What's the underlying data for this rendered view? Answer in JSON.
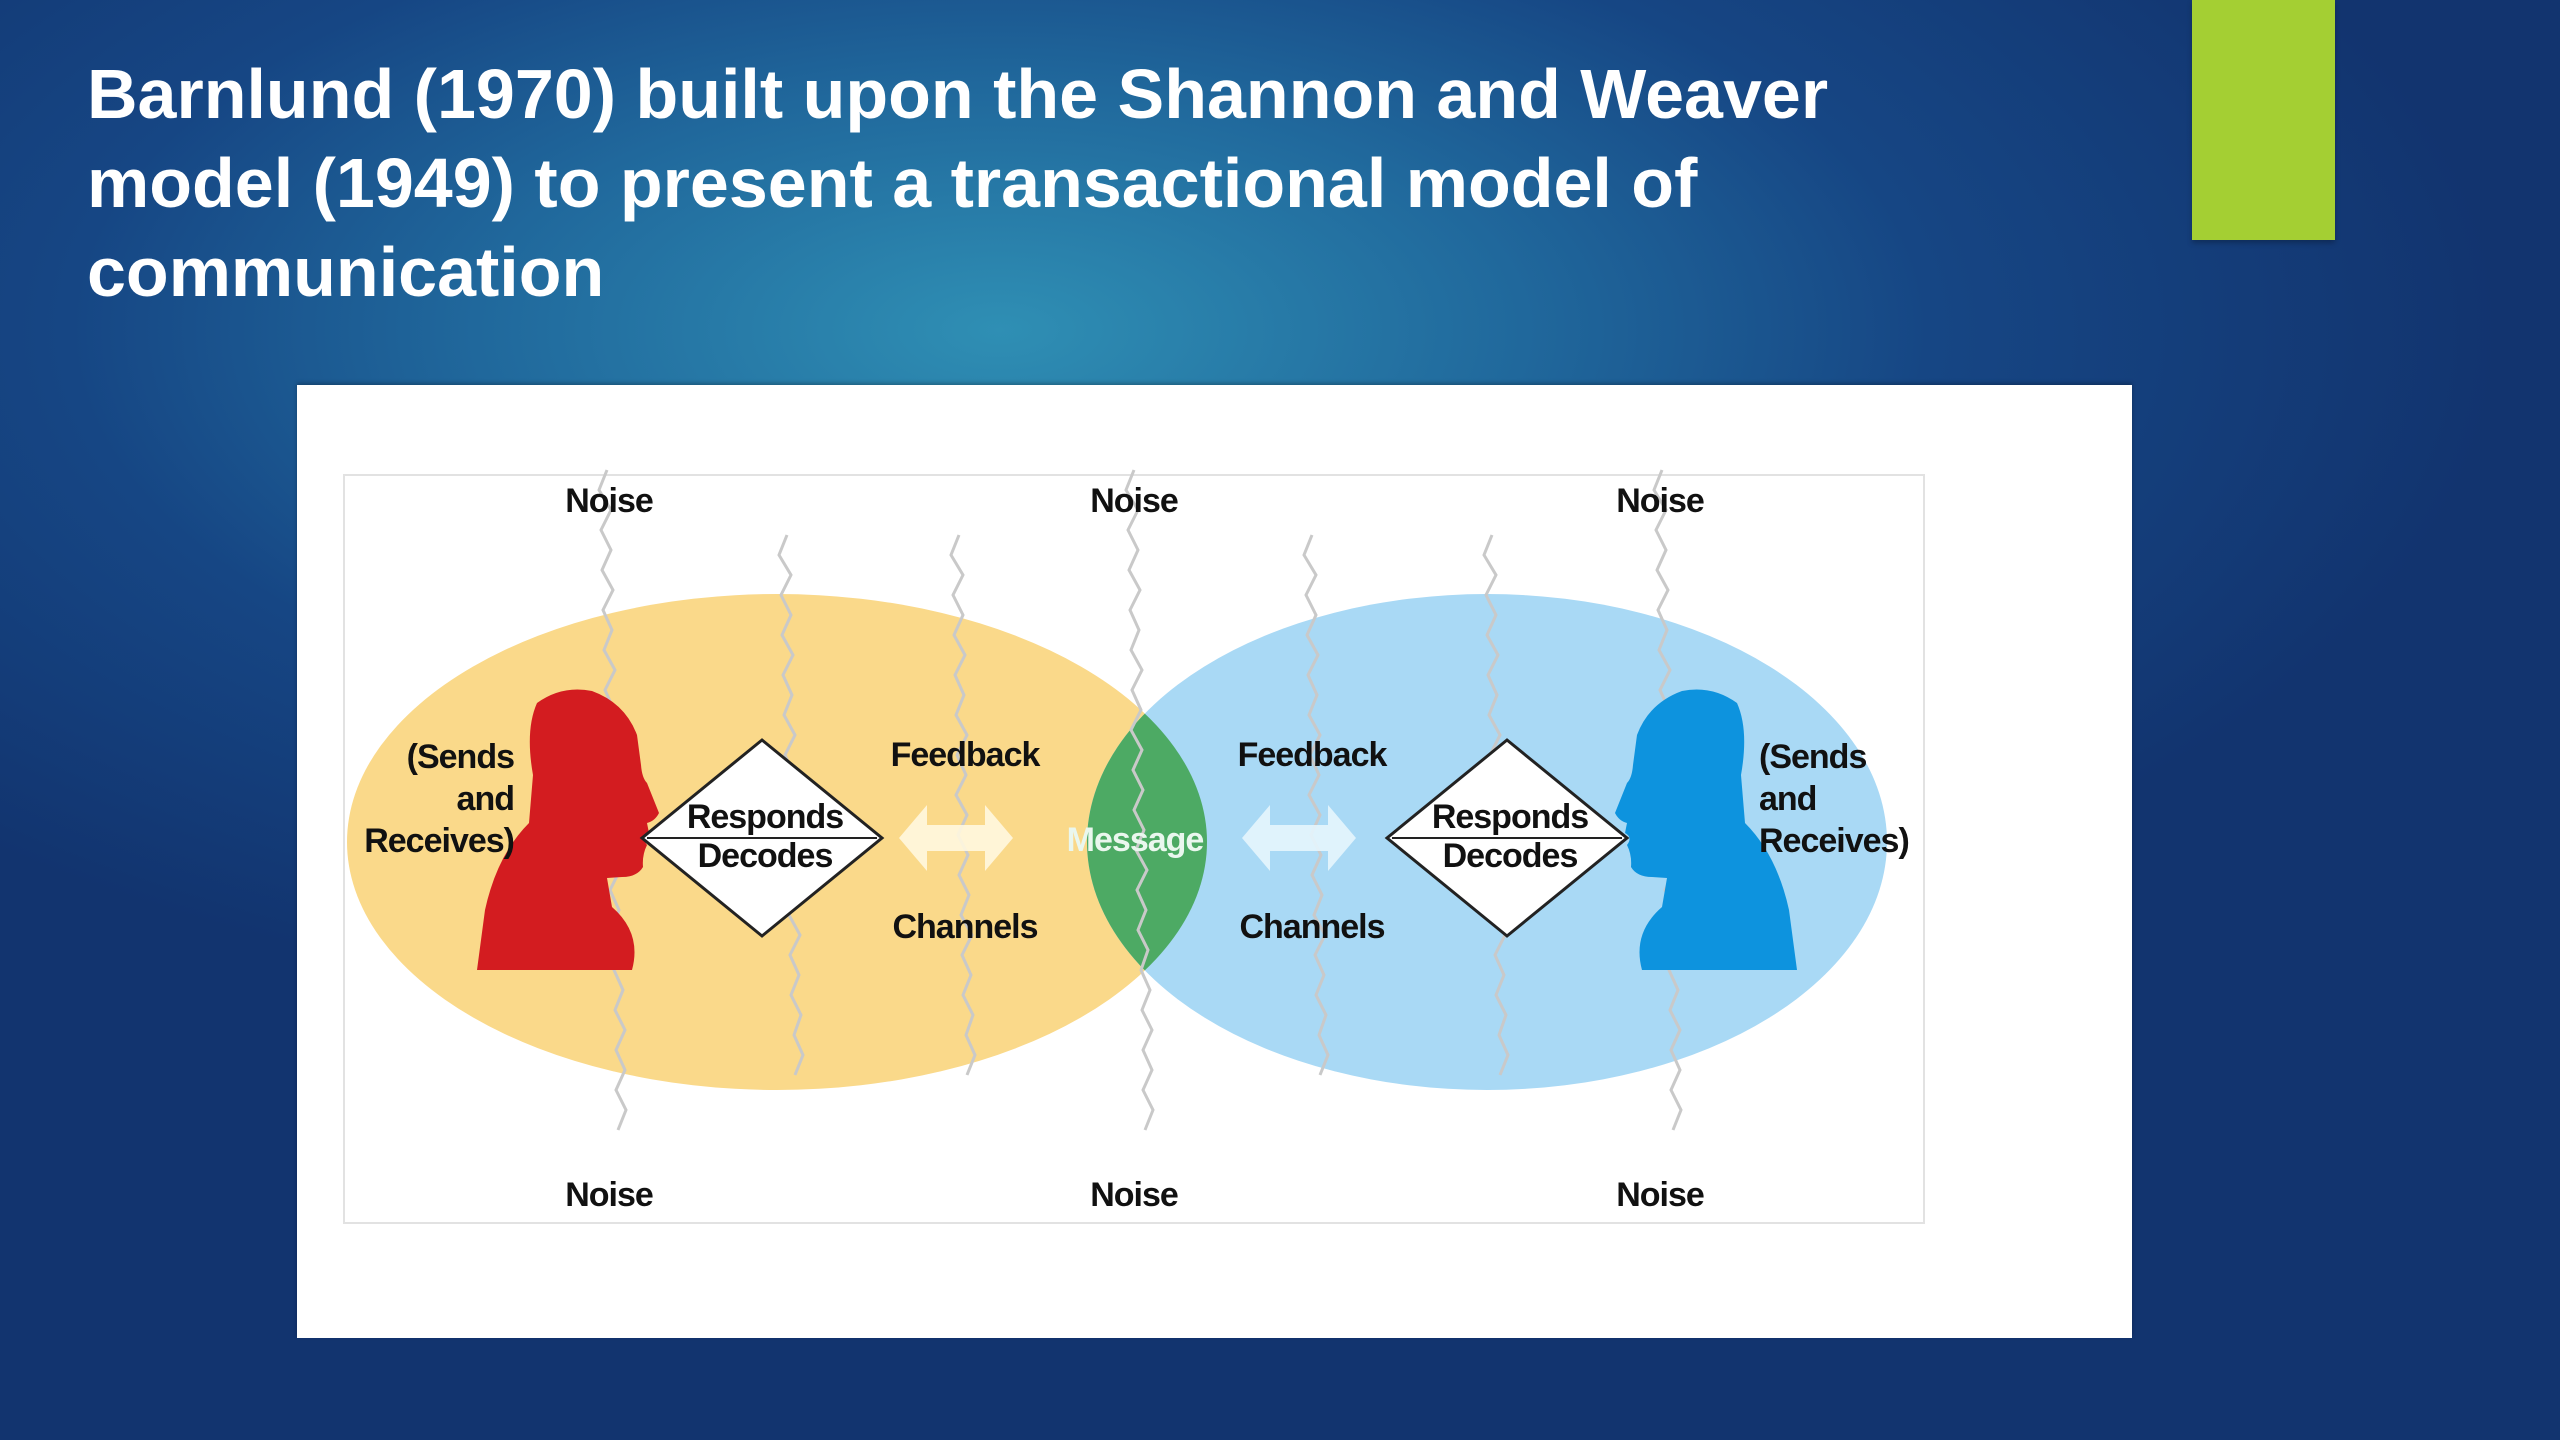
{
  "slide": {
    "title_lines": [
      "Barnlund (1970) built upon the Shannon and Weaver",
      "model (1949) to present a transactional model of",
      "communication"
    ],
    "accent_color": "#a4cf33"
  },
  "diagram": {
    "noise_label": "Noise",
    "left_party": {
      "lines": [
        "(Sends",
        "and",
        "Receives)"
      ],
      "color": "#d31c20",
      "field_color": "#fad98a"
    },
    "right_party": {
      "lines": [
        "(Sends",
        "and",
        "Receives)"
      ],
      "color": "#0d93de",
      "field_color": "#a9d9f5"
    },
    "responds_label": "Responds",
    "decodes_label": "Decodes",
    "feedback_label": "Feedback",
    "channels_label": "Channels",
    "message_label": "Message",
    "message_color": "#4daa64"
  }
}
